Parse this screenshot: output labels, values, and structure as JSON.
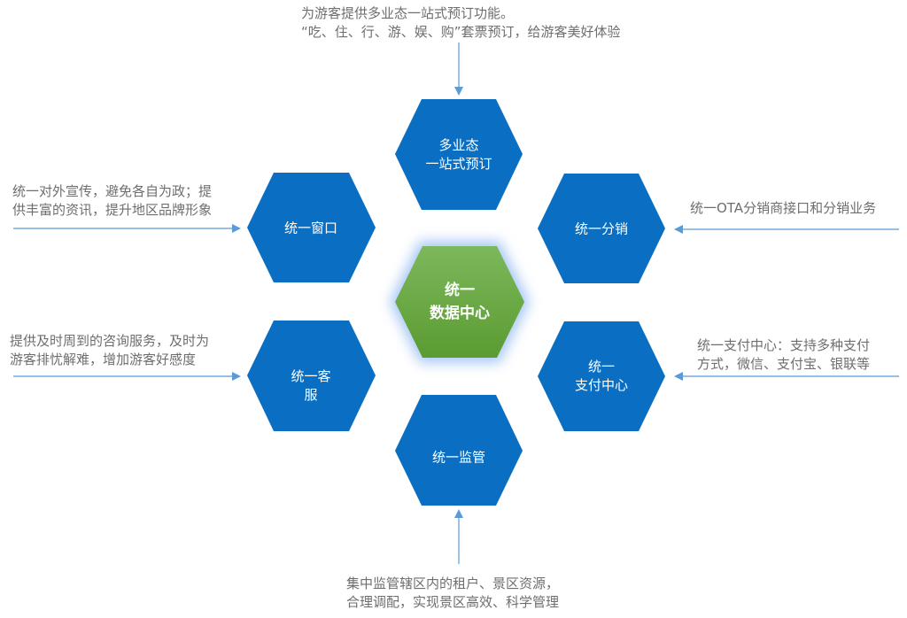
{
  "colors": {
    "hex_blue": "#0a6fc2",
    "center_green_top": "#7cb85c",
    "center_green_bottom": "#5b9b31",
    "glow": "#a9c8f5",
    "arrow": "#5b9bd5",
    "text_gray": "#6e6e6e"
  },
  "center": {
    "line1": "统一",
    "line2": "数据中心"
  },
  "nodes": {
    "top": {
      "line1": "多业态",
      "line2": "一站式预订"
    },
    "left_top": {
      "label": "统一窗口"
    },
    "right_top": {
      "label": "统一分销"
    },
    "left_bottom": {
      "line1": "统一客",
      "line2": "服"
    },
    "right_bottom": {
      "line1": "统一",
      "line2": "支付中心"
    },
    "bottom": {
      "label": "统一监管"
    }
  },
  "descriptions": {
    "top": {
      "line1": "为游客提供多业态一站式预订功能。",
      "line2": "“吃、住、行、游、娱、购”套票预订，给游客美好体验"
    },
    "left_top": {
      "line1": "统一对外宣传，避免各自为政；提",
      "line2": "供丰富的资讯，提升地区品牌形象"
    },
    "right_top": {
      "line1": "统一OTA分销商接口和分销业务"
    },
    "left_bottom": {
      "line1": "提供及时周到的咨询服务，及时为",
      "line2": "游客排忧解难，增加游客好感度"
    },
    "right_bottom": {
      "line1": "统一支付中心：支持多种支付",
      "line2": "方式，微信、支付宝、银联等"
    },
    "bottom": {
      "line1": "集中监管辖区内的租户、景区资源，",
      "line2": "合理调配，实现景区高效、科学管理"
    }
  }
}
